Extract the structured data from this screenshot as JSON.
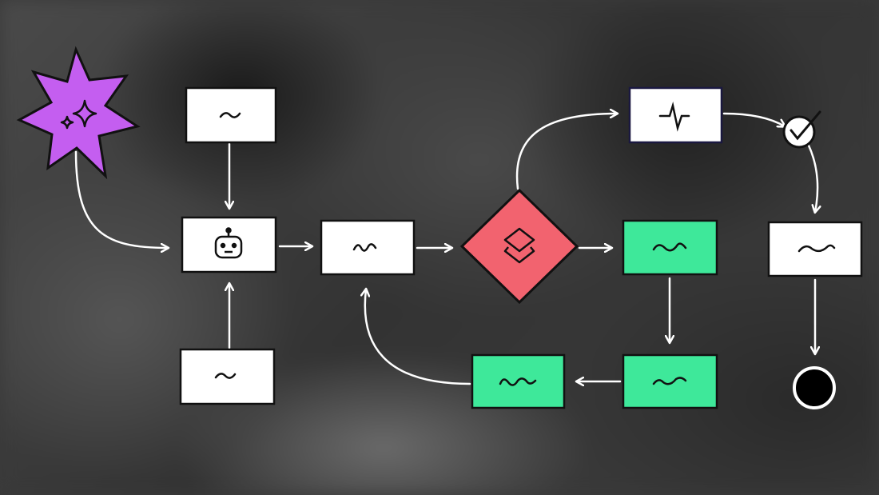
{
  "colors": {
    "start_star": "#c45ef0",
    "decision_diamond": "#f2636f",
    "green_node": "#3ee89a",
    "white_node": "#ffffff",
    "end_node": "#000000",
    "arrow": "#ffffff",
    "outline": "#111111"
  },
  "nodes": [
    {
      "id": "start",
      "shape": "star",
      "icon": "sparkles-icon"
    },
    {
      "id": "top-input",
      "shape": "box",
      "icon": "squiggle-icon"
    },
    {
      "id": "agent",
      "shape": "box",
      "icon": "robot-icon"
    },
    {
      "id": "bottom-input",
      "shape": "box",
      "icon": "squiggle-icon"
    },
    {
      "id": "step",
      "shape": "box",
      "icon": "squiggle-icon"
    },
    {
      "id": "decision",
      "shape": "diamond",
      "icon": "layers-icon"
    },
    {
      "id": "monitor",
      "shape": "box",
      "icon": "pulse-icon"
    },
    {
      "id": "check",
      "shape": "circle",
      "icon": "check-icon"
    },
    {
      "id": "green-1",
      "shape": "box",
      "icon": "squiggle-icon"
    },
    {
      "id": "green-2",
      "shape": "box",
      "icon": "squiggle-icon"
    },
    {
      "id": "green-3",
      "shape": "box",
      "icon": "squiggle-icon"
    },
    {
      "id": "result",
      "shape": "box",
      "icon": "squiggle-icon"
    },
    {
      "id": "end",
      "shape": "circle",
      "icon": "end-icon"
    }
  ]
}
